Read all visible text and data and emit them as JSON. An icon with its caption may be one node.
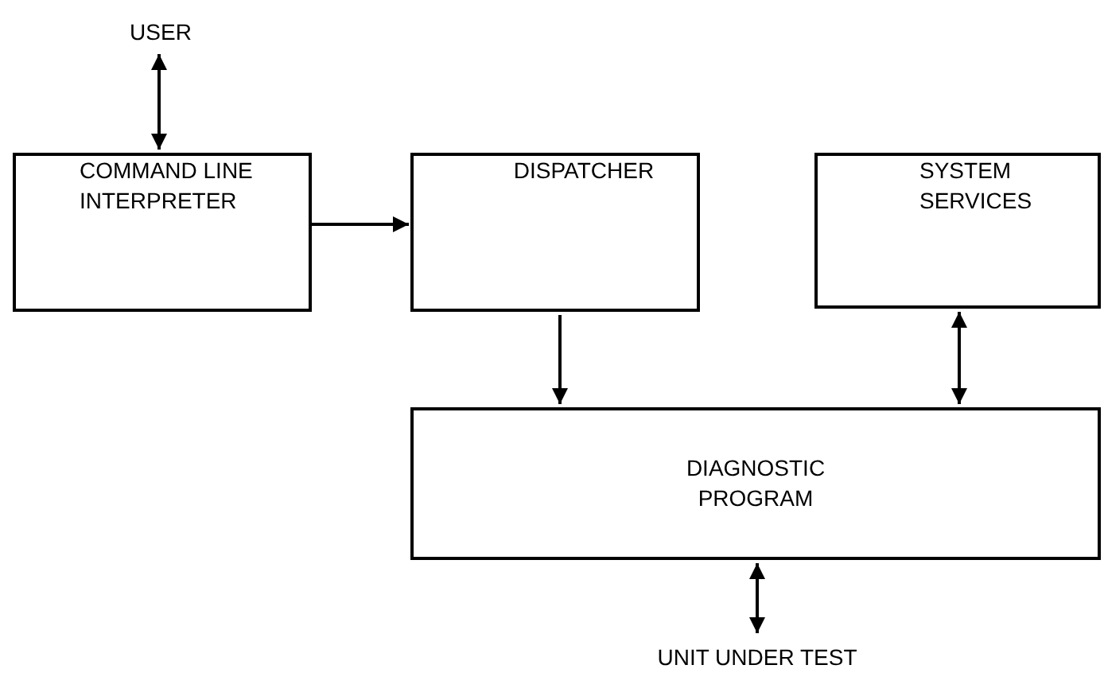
{
  "diagram": {
    "nodes": [
      {
        "text": [
          "USER"
        ]
      },
      {
        "text": [
          "COMMAND LINE INTERPRETER"
        ]
      },
      {
        "text": [
          "DISPATCHER"
        ]
      },
      {
        "text": [
          "SYSTEM SERVICES"
        ]
      },
      {
        "text": [
          "DIAGNOSTIC PROGRAM"
        ]
      },
      {
        "text": [
          "UNIT UNDER TEST"
        ]
      }
    ],
    "edges": [
      {
        "from": 0,
        "to": 1,
        "arrow": "both"
      },
      {
        "from": 1,
        "to": 2,
        "arrow": "to"
      },
      {
        "from": 2,
        "to": 4,
        "arrow": "to"
      },
      {
        "from": 3,
        "to": 4,
        "arrow": "both"
      },
      {
        "from": 4,
        "to": 5,
        "arrow": "both"
      }
    ]
  }
}
